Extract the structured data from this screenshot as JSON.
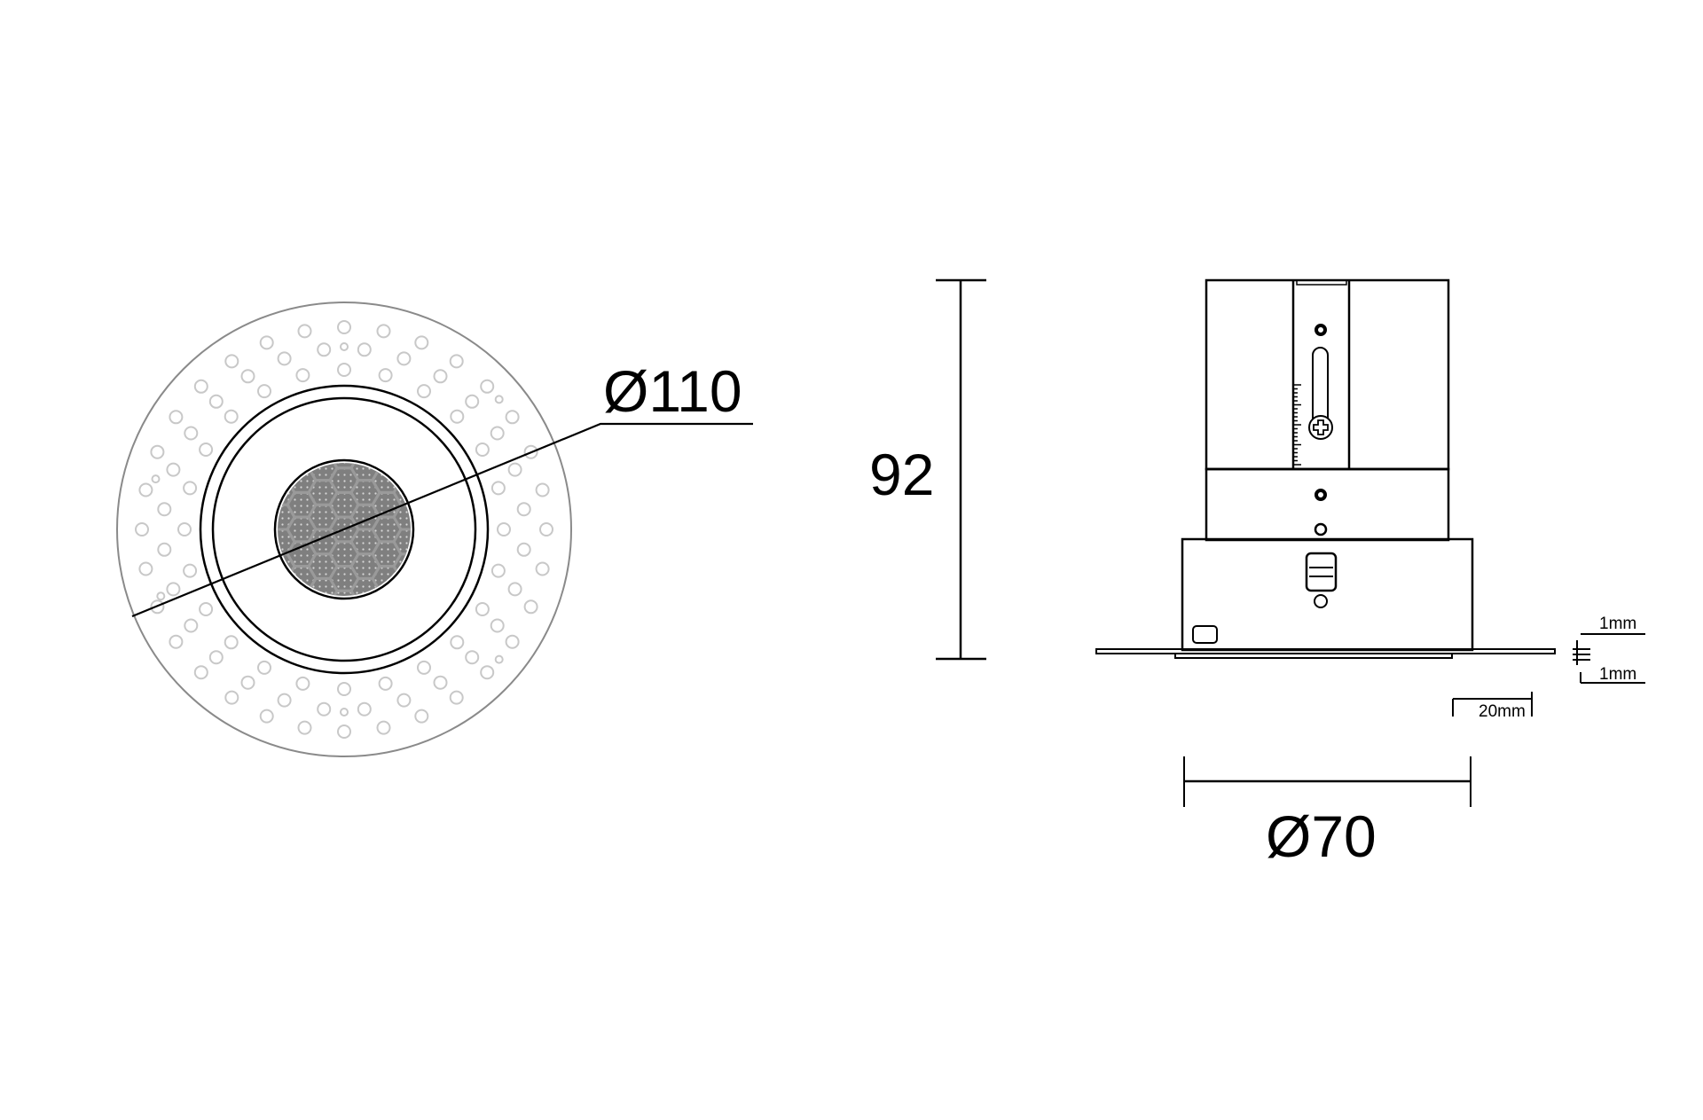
{
  "drawing": {
    "type": "technical-dimension-drawing",
    "views": [
      {
        "id": "front-view",
        "description": "Trimless recessed downlight, face view with plaster flange and honeycomb louvre"
      },
      {
        "id": "side-view",
        "description": "Side elevation with adjustable bracket, housing and trim flange"
      }
    ],
    "colors": {
      "line": "#000000",
      "flange_outline": "#8a8a8a",
      "dimple": "#c8c8c8",
      "louvre_fill": "#7f7f7f"
    }
  },
  "dimensions": {
    "outer_diameter": "Ø110",
    "height": "92",
    "cutout_diameter": "Ø70",
    "flange_width": "20mm",
    "flange_thickness_top": "1mm",
    "flange_thickness_bottom": "1mm"
  }
}
